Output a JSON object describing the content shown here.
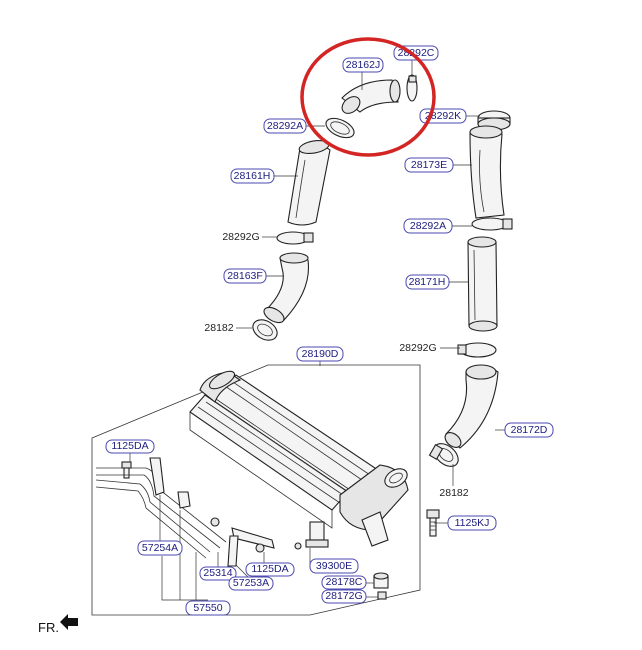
{
  "callouts": {
    "c_28162J": "28162J",
    "c_28292C": "28292C",
    "c_28292A_left": "28292A",
    "c_28292K": "28292K",
    "c_28161H": "28161H",
    "c_28173E": "28173E",
    "c_28292G_left": "28292G",
    "c_28292A_right": "28292A",
    "c_28163F": "28163F",
    "c_28171H": "28171H",
    "c_28182_left": "28182",
    "c_28292G_right": "28292G",
    "c_28190D": "28190D",
    "c_28172D": "28172D",
    "c_1125DA_top": "1125DA",
    "c_28182_right": "28182",
    "c_1125KJ": "1125KJ",
    "c_57254A": "57254A",
    "c_25314": "25314",
    "c_1125DA_bottom": "1125DA",
    "c_39300E": "39300E",
    "c_57253A": "57253A",
    "c_28178C": "28178C",
    "c_28172G": "28172G",
    "c_57550": "57550"
  },
  "direction_label": "FR.",
  "colors": {
    "label_border": "#4a4ab0",
    "label_text": "#202080",
    "highlight_circle": "#d42525"
  }
}
